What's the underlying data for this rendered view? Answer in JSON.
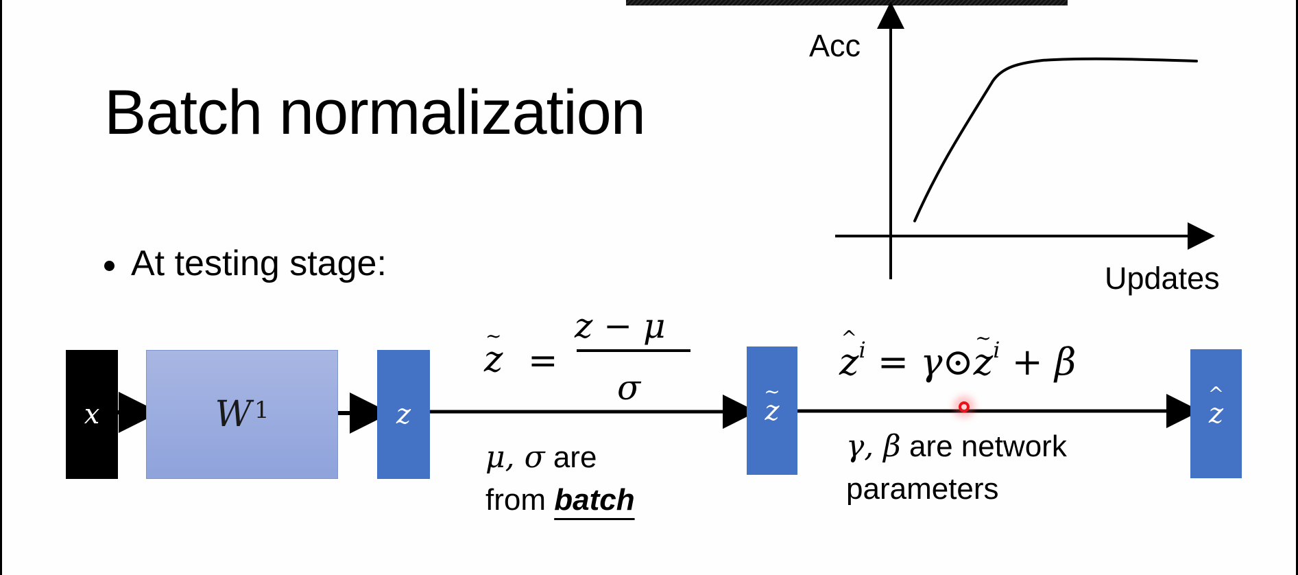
{
  "slide": {
    "title": "Batch normalization",
    "bullet": "At testing stage:"
  },
  "chart_data": {
    "type": "line",
    "title": "",
    "xlabel": "Updates",
    "ylabel": "Acc",
    "grid": false,
    "legend": null,
    "ticks": "none",
    "series": [
      {
        "name": "accuracy",
        "points_norm": [
          [
            0.05,
            0.06
          ],
          [
            0.16,
            0.45
          ],
          [
            0.27,
            0.84
          ],
          [
            0.33,
            0.91
          ],
          [
            0.45,
            0.94
          ],
          [
            0.6,
            0.94
          ],
          [
            0.75,
            0.93
          ]
        ]
      }
    ],
    "description": "Sketched curve: accuracy rises steeply with updates then plateaus"
  },
  "diagram": {
    "nodes": {
      "x": "x",
      "w": "W",
      "w_sup": "1",
      "z": "z",
      "z_tilde": "z",
      "z_tilde_mark": "~",
      "z_hat": "z",
      "z_hat_mark": "^"
    },
    "formula1": {
      "lhs": "z",
      "lhs_mark": "~",
      "eq": "=",
      "numerator": "z − μ",
      "denominator": "σ"
    },
    "formula2": {
      "lhs": "z",
      "lhs_mark": "^",
      "sup": "i",
      "eq": " = ",
      "gamma": "γ",
      "odot": "⊙",
      "ztilde": "z",
      "ztilde_mark": "~",
      "sup2": "i",
      "plus": " + ",
      "beta": "β"
    },
    "note1": {
      "vars": "μ, σ",
      "text1": " are",
      "text2": "from ",
      "emphasis": "batch"
    },
    "note2": {
      "vars": "γ, β",
      "text1": " are network",
      "text2": "parameters"
    }
  },
  "colors": {
    "node_blue": "#4472c4",
    "weight_box": "#a8b6e2",
    "input_box": "#000000",
    "pointer_red": "#e8141c"
  }
}
